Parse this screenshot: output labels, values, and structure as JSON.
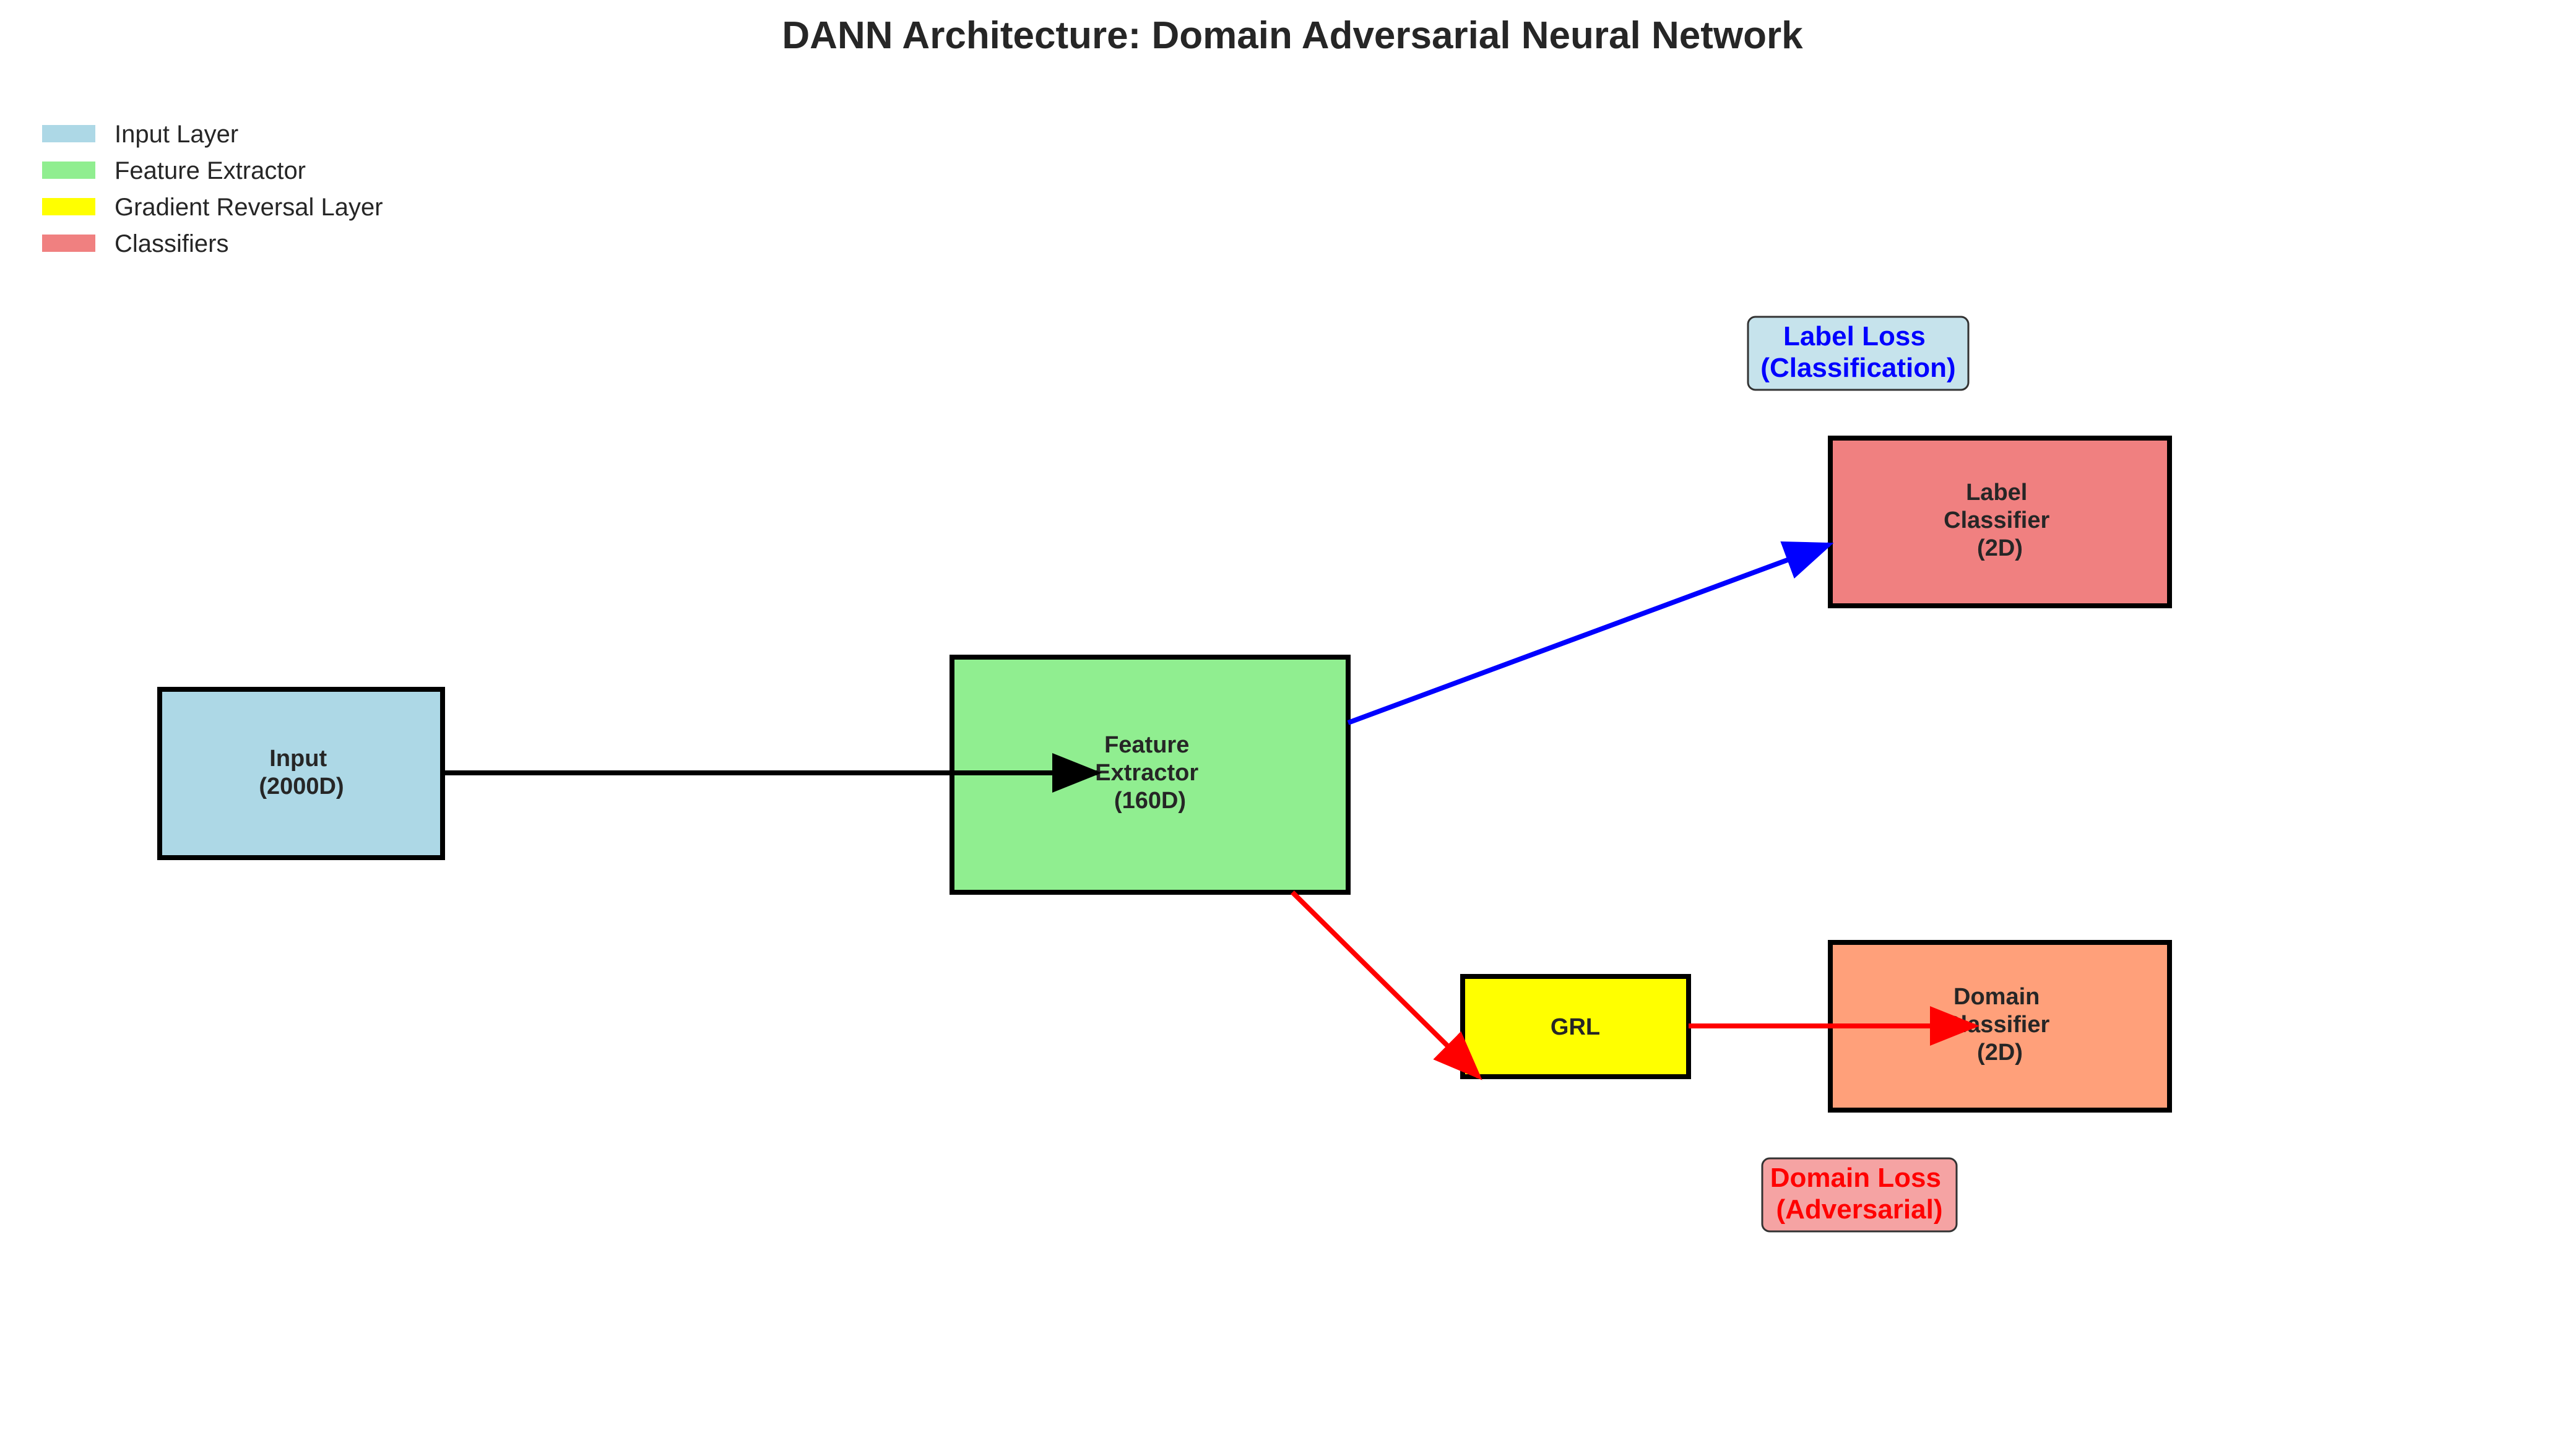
{
  "title": "DANN Architecture: Domain Adversarial Neural Network",
  "legend": [
    {
      "label": "Input Layer",
      "color": "#add8e6"
    },
    {
      "label": "Feature Extractor",
      "color": "#90ee90"
    },
    {
      "label": "Gradient Reversal Layer",
      "color": "#ffff00"
    },
    {
      "label": "Classifiers",
      "color": "#f08080"
    }
  ],
  "nodes": {
    "input": {
      "lines": [
        "Input",
        "(2000D)"
      ],
      "color": "#add8e6"
    },
    "feature_extractor": {
      "lines": [
        "Feature",
        "Extractor",
        "(160D)"
      ],
      "color": "#90ee90"
    },
    "grl": {
      "lines": [
        "GRL"
      ],
      "color": "#ffff00"
    },
    "label_classifier": {
      "lines": [
        "Label",
        "Classifier",
        "(2D)"
      ],
      "color": "#f08080"
    },
    "domain_classifier": {
      "lines": [
        "Domain",
        "Classifier",
        "(2D)"
      ],
      "color": "#ffa07a"
    }
  },
  "losses": {
    "label_loss": {
      "lines": [
        "Label Loss",
        "(Classification)"
      ],
      "text_color": "#0000ff",
      "bg_color": "#c6e3ec"
    },
    "domain_loss": {
      "lines": [
        "Domain Loss",
        "(Adversarial)"
      ],
      "text_color": "#ff0000",
      "bg_color": "#f5a3a3"
    }
  },
  "edges": [
    {
      "from": "input",
      "to": "feature_extractor",
      "color": "#000000"
    },
    {
      "from": "feature_extractor",
      "to": "label_classifier",
      "color": "#0000ff"
    },
    {
      "from": "feature_extractor",
      "to": "grl",
      "color": "#ff0000"
    },
    {
      "from": "grl",
      "to": "domain_classifier",
      "color": "#ff0000"
    }
  ]
}
